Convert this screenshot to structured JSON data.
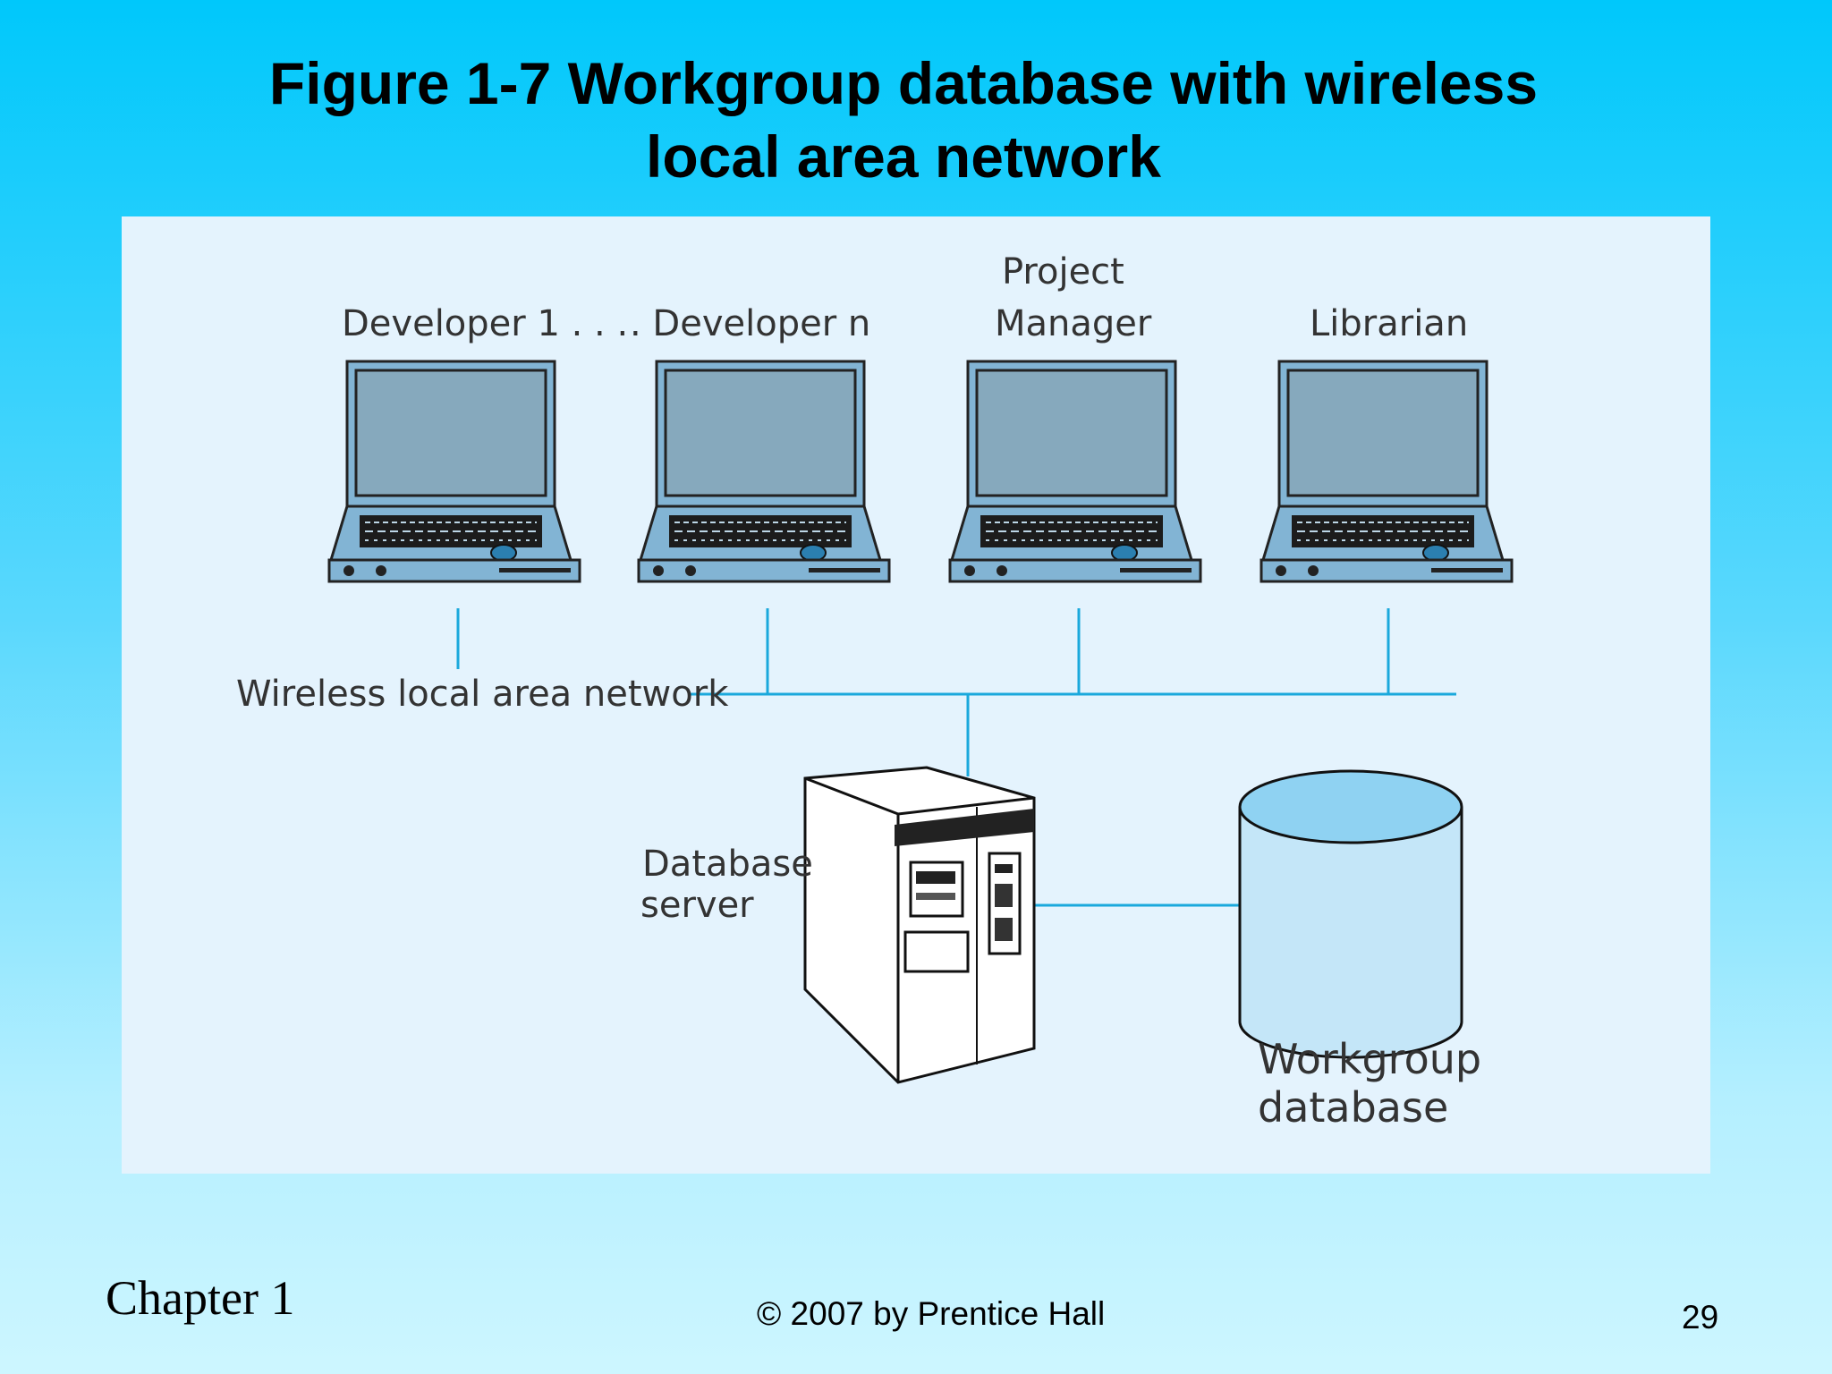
{
  "slide": {
    "title_line1": "Figure 1-7 Workgroup database with wireless",
    "title_line2": "local area network",
    "chapter": "Chapter 1",
    "copyright": "© 2007 by Prentice Hall",
    "page_number": "29"
  },
  "diagram": {
    "computers": [
      {
        "label": "Developer 1 . . ."
      },
      {
        "label": ". Developer n"
      },
      {
        "label_line1": "Project",
        "label_line2": "Manager"
      },
      {
        "label": "Librarian"
      }
    ],
    "network_label": "Wireless local area network",
    "server_label_line1": "Database",
    "server_label_line2": "server",
    "database_label_line1": "Workgroup",
    "database_label_line2": "database",
    "colors": {
      "connector": "#1aa8dc",
      "laptop_body": "#82b4d4",
      "laptop_screen": "#86a9bd",
      "cylinder_fill": "#c4e6f8",
      "cylinder_top": "#8fd2f2"
    }
  }
}
